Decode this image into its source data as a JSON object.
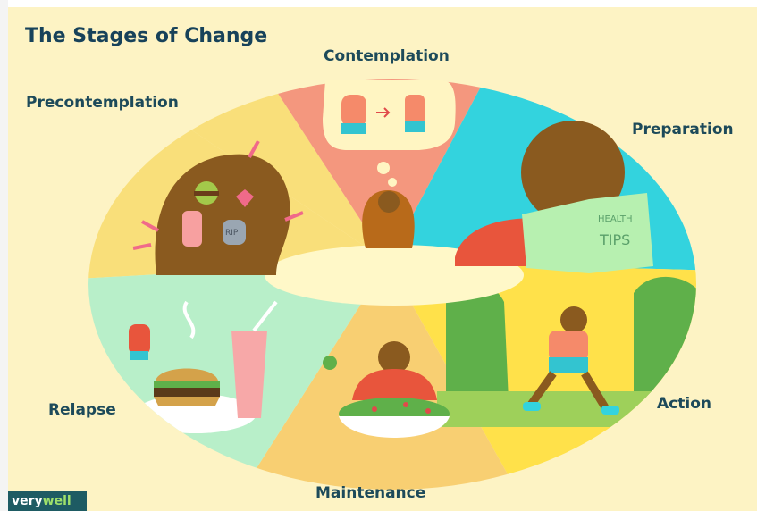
{
  "title": "The Stages of Change",
  "stages": {
    "precontemplation": "Precontemplation",
    "contemplation": "Contemplation",
    "preparation": "Preparation",
    "action": "Action",
    "maintenance": "Maintenance",
    "relapse": "Relapse"
  },
  "illustration_text": {
    "gravestone": "RIP",
    "book_line1": "HEALTH",
    "book_line2": "TIPS"
  },
  "logo": {
    "part1": "very",
    "part2": "well"
  },
  "colors": {
    "background": "#fdf3c4",
    "precontemplation": "#f9df7a",
    "contemplation": "#f4977e",
    "preparation": "#33d3de",
    "action": "#ffe14a",
    "maintenance": "#f8cf72",
    "relapse": "#b8efc9",
    "label_text": "#1d4a5a",
    "logo_background": "#1e5b63"
  }
}
